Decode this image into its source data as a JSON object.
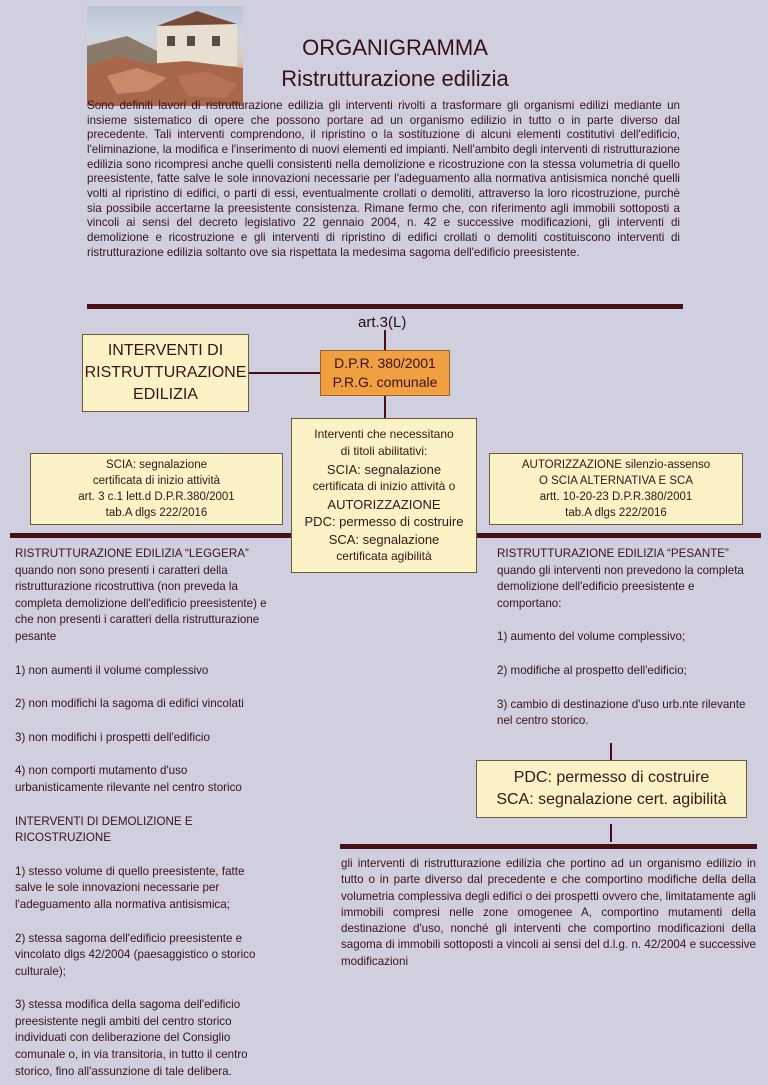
{
  "header": {
    "title": "ORGANIGRAMMA",
    "subtitle": "Ristrutturazione edilizia",
    "intro": "Sono definiti lavori di ristrutturazione edilizia gli interventi rivolti a trasformare gli organismi edilizi mediante un insieme sistematico di opere che possono portare ad un organismo edilizio in tutto o in parte diverso dal precedente. Tali interventi comprendono, il ripristino o la sostituzione di alcuni elementi costitutivi dell'edificio, l'eliminazione, la modifica e l'inserimento di nuovi elementi ed impianti. Nell'ambito degli interventi di ristrutturazione edilizia sono ricompresi anche quelli consistenti nella demolizione e ricostruzione con la stessa volumetria di quello preesistente, fatte salve le sole innovazioni necessarie per l'adeguamento alla normativa antisismica nonché quelli volti al ripristino di edifici, o parti di essi, eventualmente crollati o demoliti, attraverso la loro ricostruzione, purchè sia possibile accertarne la preesistente consistenza. Rimane fermo che, con riferimento agli immobili sottoposti a vincoli ai sensi del decreto legislativo 22 gennaio 2004, n. 42 e successive modificazioni, gli interventi di demolizione e ricostruzione e gli interventi di ripristino di edifici crollati o demoliti costituiscono interventi di ristrutturazione edilizia soltanto ove sia rispettata la medesima sagoma dell'edificio preesistente."
  },
  "chart": {
    "article": "art.3(L)",
    "main_box": [
      "INTERVENTI DI",
      "RISTRUTTURAZIONE",
      "EDILIZIA"
    ],
    "dpr_box": [
      "D.P.R. 380/2001",
      "P.R.G. comunale"
    ],
    "center_box": [
      "Interventi che necessitano",
      "di titoli abilitativi:",
      "SCIA: segnalazione",
      "certificata di inizio attività o",
      "AUTORIZZAZIONE",
      "PDC: permesso di costruire",
      "SCA: segnalazione",
      "certificata agibilità"
    ],
    "left_box": [
      "SCIA: segnalazione",
      "certificata di inizio attività",
      "art. 3 c.1 lett.d D.P.R.380/2001",
      "tab.A dlgs 222/2016"
    ],
    "right_box": [
      "AUTORIZZAZIONE silenzio-assenso",
      "O SCIA ALTERNATIVA E SCA",
      "artt. 10-20-23 D.P.R.380/2001",
      "tab.A dlgs 222/2016"
    ],
    "pdc_box": [
      "PDC: permesso di costruire",
      "SCA: segnalazione cert. agibilità"
    ]
  },
  "left_column": {
    "heading": "RISTRUTTURAZIONE EDILIZIA  “LEGGERA”",
    "intro": "quando non sono presenti i caratteri della ristrutturazione ricostruttiva (non preveda la completa demolizione dell'edificio preesistente) e che non presenti i caratteri della ristrutturazione pesante",
    "items": [
      "1) non aumenti il volume complessivo",
      "2) non modifichi la sagoma di edifici vincolati",
      "3) non modifichi i prospetti dell'edificio",
      "4) non comporti mutamento d'uso urbanisticamente rilevante nel centro storico"
    ],
    "heading2": "INTERVENTI DI DEMOLIZIONE E RICOSTRUZIONE",
    "items2": [
      "1) stesso volume di quello preesistente, fatte salve le sole innovazioni necessarie per l'adeguamento alla normativa antisismica;",
      "2) stessa sagoma dell'edificio preesistente e vincolato dlgs 42/2004 (paesaggistico o storico culturale);",
      "3) stessa modifica della sagoma dell'edificio preesistente negli ambiti del centro storico individuati con deliberazione del Consiglio comunale o, in via transitoria, in tutto il centro storico, fino all'assunzione di tale delibera."
    ]
  },
  "right_column": {
    "heading": "RISTRUTTURAZIONE EDILIZIA  “PESANTE”",
    "intro": "quando gli interventi non prevedono la completa demolizione dell'edificio preesistente e comportano:",
    "items": [
      "1) aumento del volume complessivo;",
      "2) modifiche al prospetto dell'edificio;",
      "3) cambio di destinazione d'uso urb.nte rilevante nel centro storico."
    ]
  },
  "bottom_text": "gli interventi di ristrutturazione edilizia che portino ad un organismo edilizio in tutto o in parte diverso dal precedente e che comportino modifiche della della volumetria complessiva degli edifici o dei prospetti ovvero che, limitatamente agli immobili compresi nelle zone omogenee A, comportino mutamenti della destinazione d'uso, nonché gli interventi che comportino modificazioni della sagoma di immobili sottoposti a vincoli ai sensi del d.l.g. n. 42/2004 e successive modificazioni",
  "colors": {
    "background": "#cfcfe0",
    "dark_bar": "#4a0f16",
    "box_fill": "#fbf3c6",
    "dpr_fill": "#f0a040"
  }
}
